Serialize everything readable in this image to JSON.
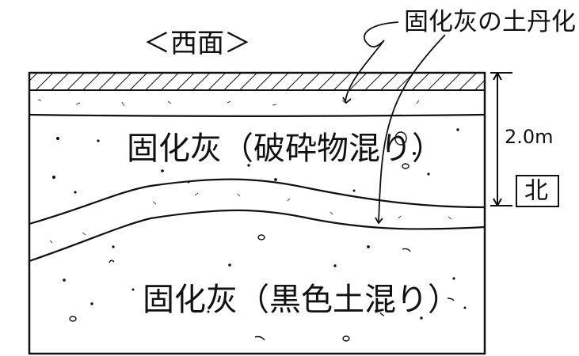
{
  "title": "＜西面＞",
  "labels": {
    "soil_layer": "固化灰の土丹化",
    "upper_layer": "固化灰（破砕物混り）",
    "lower_layer": "固化灰（黒色土混り）",
    "depth": "2.0m",
    "direction": "北"
  },
  "colors": {
    "ink": "#111111",
    "paper": "#ffffff"
  }
}
